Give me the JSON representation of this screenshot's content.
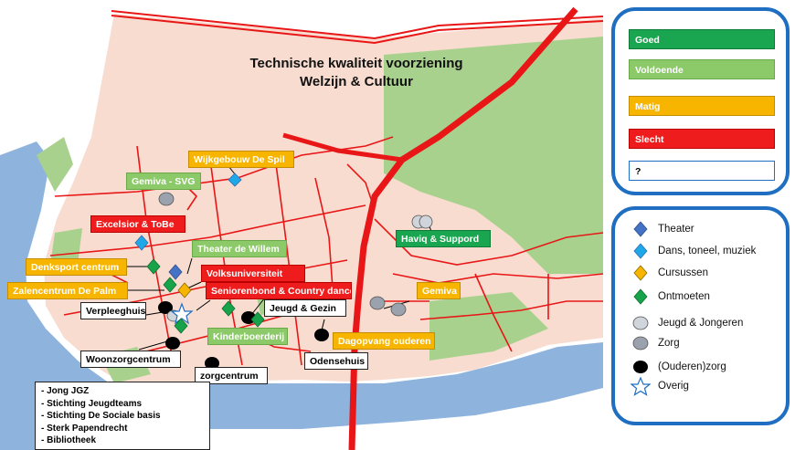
{
  "title": {
    "line1": "Technische kwaliteit voorziening",
    "line2": "Welzijn & Cultuur"
  },
  "colors": {
    "goed": "#1aa550",
    "voldoende": "#8cc968",
    "matig": "#f7b500",
    "slecht": "#ee1c1c",
    "water": "#8eb4de",
    "land": "#f8dcd0",
    "park": "#a9d18e",
    "road": "#e81616",
    "panel_border": "#1f6ec1",
    "diamond_blue": "#4472c4",
    "diamond_cyan": "#1fa8e8",
    "diamond_yellow": "#f7b500",
    "diamond_green": "#16a34a",
    "dot_light": "#d0d5dc",
    "dot_grey": "#9aa2ad",
    "dot_dark": "#000000"
  },
  "quality_legend": [
    {
      "label": "Goed",
      "level": "goed"
    },
    {
      "label": "Voldoende",
      "level": "voldoende"
    },
    {
      "label": "Matig",
      "level": "matig"
    },
    {
      "label": "Slecht",
      "level": "slecht"
    },
    {
      "label": "?",
      "level": "unknown"
    }
  ],
  "symbol_legend": [
    {
      "label": "Theater",
      "icon": "diamond-blue-icon"
    },
    {
      "label": "Dans, toneel, muziek",
      "icon": "diamond-cyan-icon"
    },
    {
      "label": "Cursussen",
      "icon": "diamond-yellow-icon"
    },
    {
      "label": "Ontmoeten",
      "icon": "diamond-green-icon"
    },
    {
      "label": "Jeugd & Jongeren",
      "icon": "circle-light-icon"
    },
    {
      "label": "Zorg",
      "icon": "circle-grey-icon"
    },
    {
      "label": "(Ouderen)zorg",
      "icon": "circle-black-icon"
    },
    {
      "label": "Overig",
      "icon": "star-outline-icon"
    }
  ],
  "facilities": {
    "wijkgebouw": {
      "name": "Wijkgebouw De Spil",
      "quality": "matig"
    },
    "gemiva_svg": {
      "name": "Gemiva - SVG",
      "quality": "voldoende"
    },
    "excelsior": {
      "name": "Excelsior & ToBe",
      "quality": "slecht"
    },
    "theater_willem": {
      "name": "Theater de Willem",
      "quality": "voldoende"
    },
    "denksport": {
      "name": "Denksport centrum",
      "quality": "matig"
    },
    "volksuniversiteit": {
      "name": "Volksuniversiteit",
      "quality": "slecht"
    },
    "zalencentrum": {
      "name": "Zalencentrum De Palm",
      "quality": "matig"
    },
    "seniorenbond": {
      "name": "Seniorenbond & Country dance",
      "quality": "slecht"
    },
    "verpleeghuis": {
      "name": "Verpleeghuis",
      "quality": "unknown"
    },
    "jeugd_gezin": {
      "name": "Jeugd & Gezin",
      "quality": "unknown"
    },
    "kinderboerderij": {
      "name": "Kinderboerderij",
      "quality": "voldoende"
    },
    "havig": {
      "name": "Haviq & Suppord",
      "quality": "goed"
    },
    "gemiva": {
      "name": "Gemiva",
      "quality": "matig"
    },
    "dagopvang": {
      "name": "Dagopvang ouderen",
      "quality": "matig"
    },
    "woonzorgcentrum": {
      "name": "Woonzorgcentrum",
      "quality": "unknown"
    },
    "zorgcentrum": {
      "name": "zorgcentrum",
      "quality": "unknown"
    },
    "odensehuis": {
      "name": "Odensehuis",
      "quality": "unknown"
    }
  },
  "org_list": [
    "Jong JGZ",
    "Stichting Jeugdteams",
    "Stichting De Sociale basis",
    "Sterk Papendrecht",
    "Bibliotheek"
  ]
}
